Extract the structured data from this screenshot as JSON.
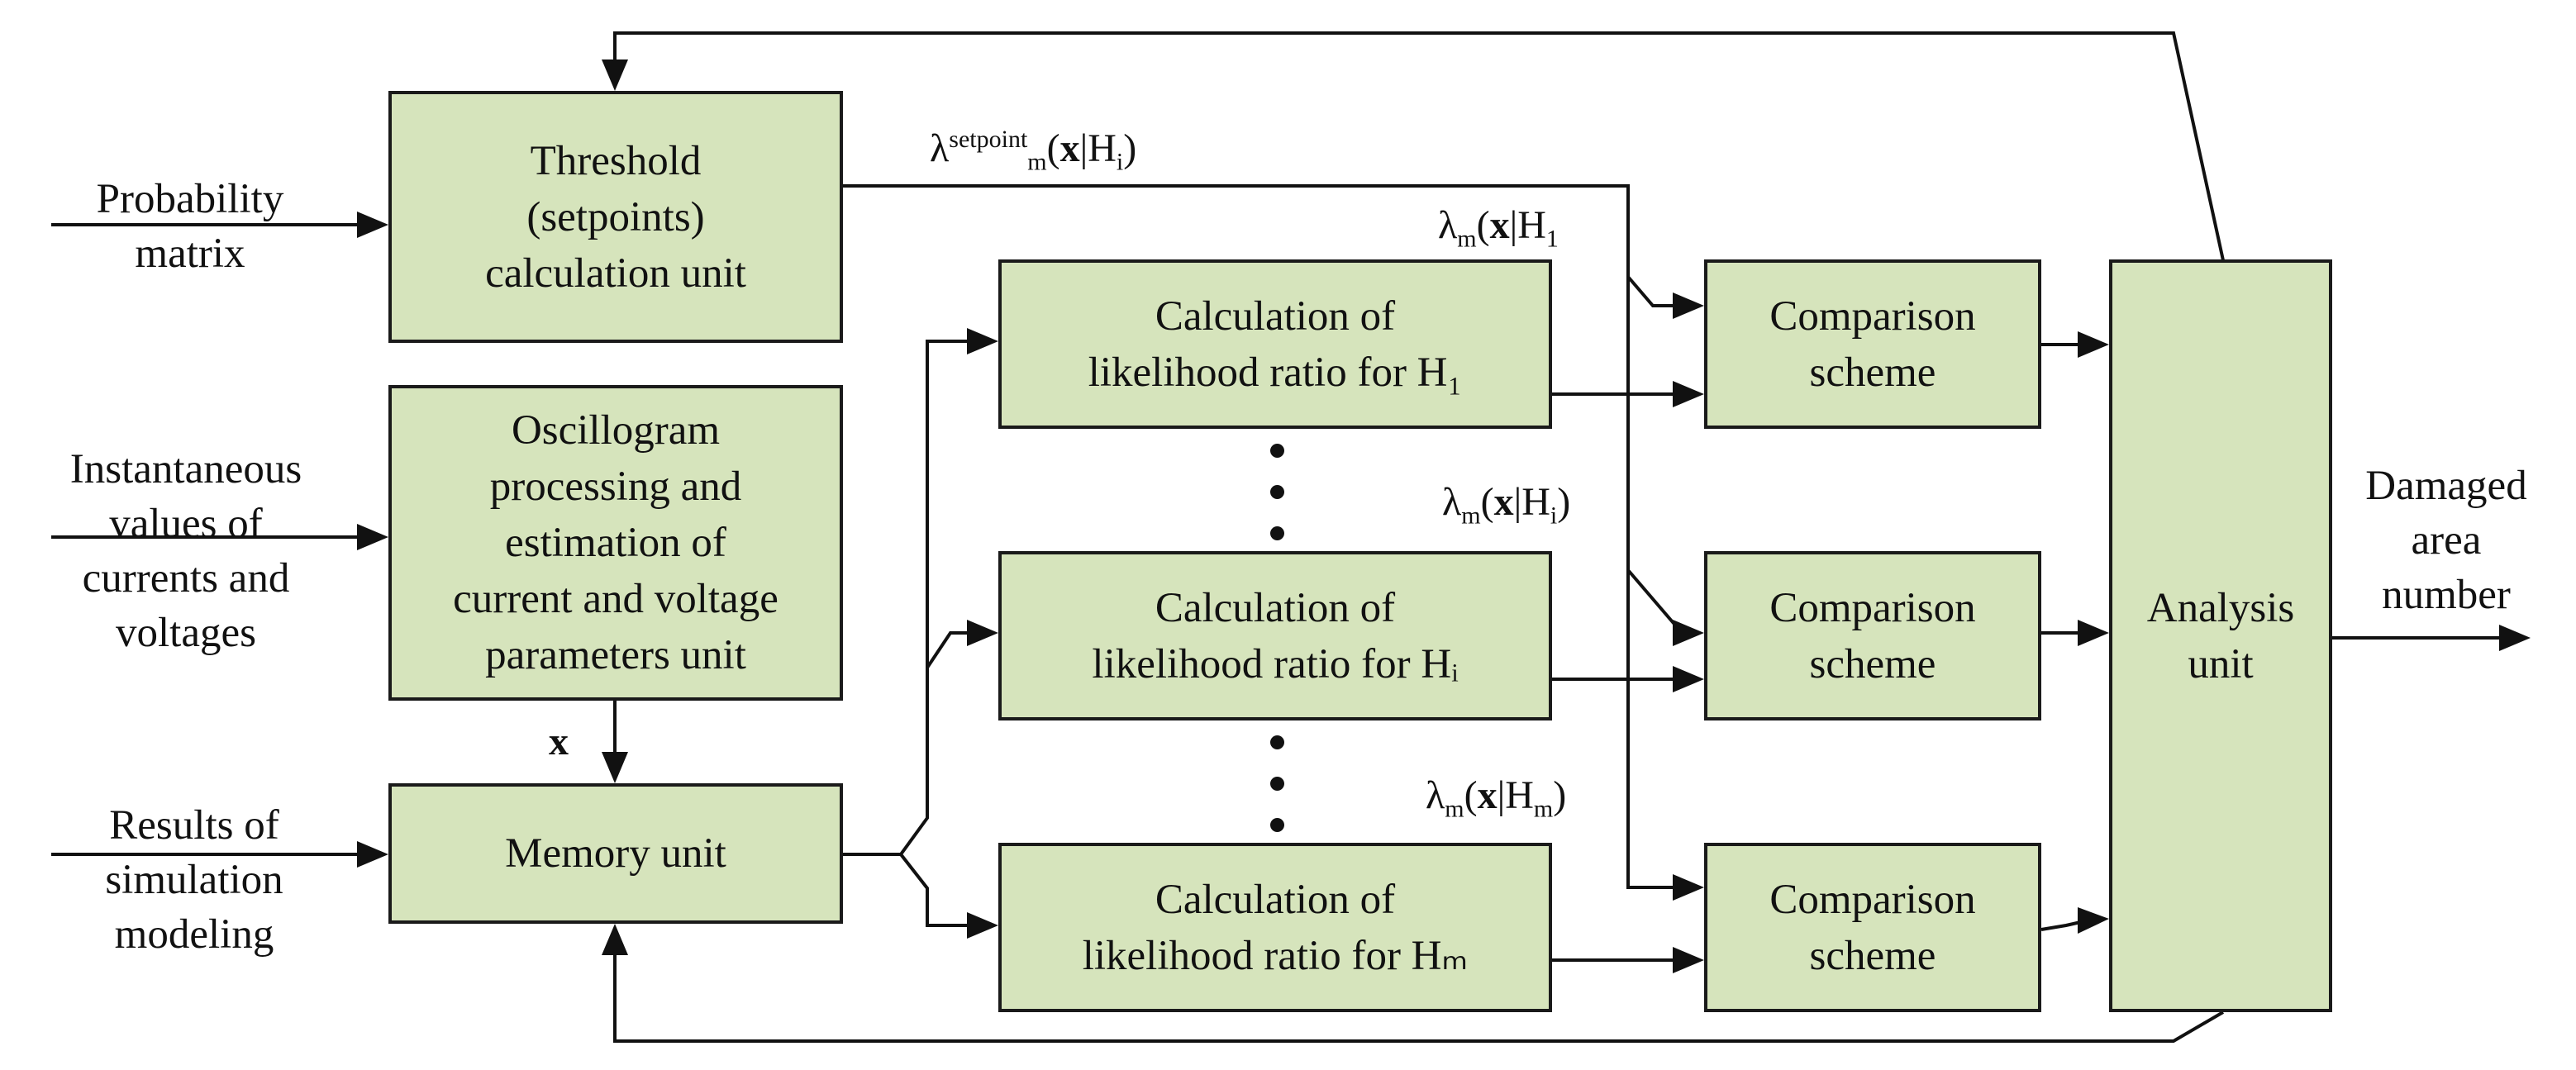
{
  "inputs": {
    "probability": "Probability\nmatrix",
    "instantaneous": "Instantaneous\nvalues of\ncurrents and\nvoltages",
    "results": "Results of\nsimulation\nmodeling"
  },
  "boxes": {
    "threshold": "Threshold\n(setpoints)\ncalculation unit",
    "oscillogram": "Oscillogram\nprocessing and\nestimation of\ncurrent and voltage\nparameters unit",
    "memory": "Memory unit",
    "calc1": "Calculation of\nlikelihood ratio for H₁",
    "calci": "Calculation of\nlikelihood ratio for Hᵢ",
    "calcm": "Calculation of\nlikelihood ratio for Hₘ",
    "cmp1": "Comparison\nscheme",
    "cmpi": "Comparison\nscheme",
    "cmpm": "Comparison\nscheme",
    "analysis": "Analysis\nunit"
  },
  "output": "Damaged\narea\nnumber",
  "signals": {
    "x": "x",
    "lambda_char": "λ",
    "m_sub": "m",
    "open_paren": "(",
    "bar": "|H",
    "close_paren": ")",
    "setpoint_sup": "setpoint",
    "h1_sub": "1",
    "hi_sub": "i",
    "hm_sub": "m"
  }
}
